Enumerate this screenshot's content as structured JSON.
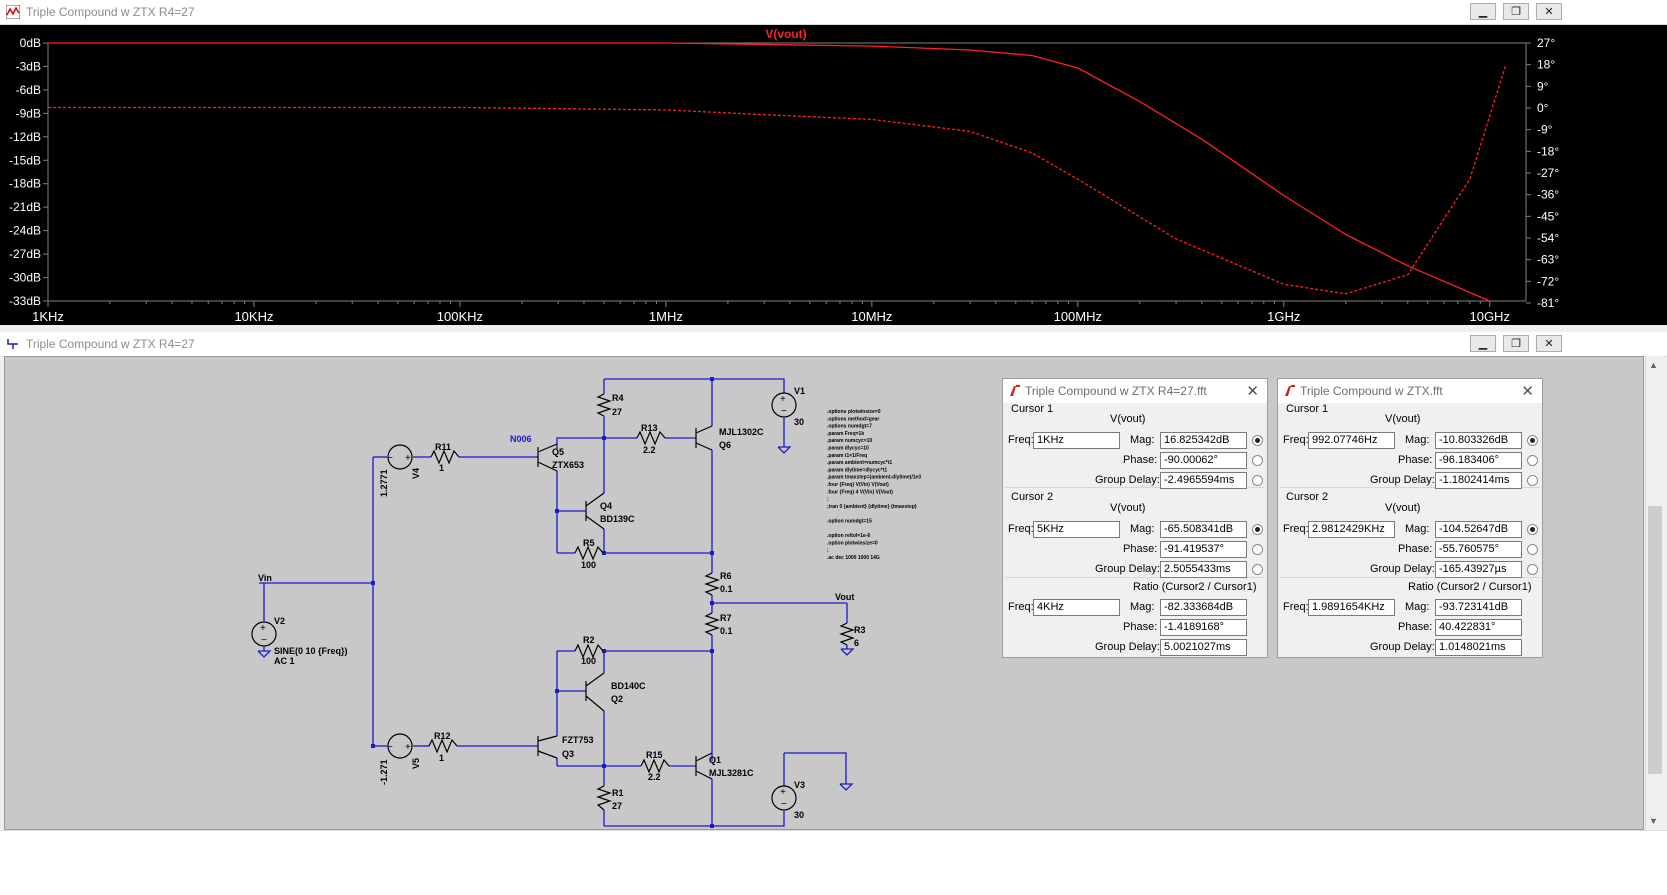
{
  "plot_window": {
    "title": "Triple Compound w ZTX R4=27",
    "trace_label": "V(vout)",
    "left_ticks": [
      "0dB",
      "-3dB",
      "-6dB",
      "-9dB",
      "-12dB",
      "-15dB",
      "-18dB",
      "-21dB",
      "-24dB",
      "-27dB",
      "-30dB",
      "-33dB"
    ],
    "right_ticks": [
      "27°",
      "18°",
      "9°",
      "0°",
      "-9°",
      "-18°",
      "-27°",
      "-36°",
      "-45°",
      "-54°",
      "-63°",
      "-72°",
      "-81°"
    ],
    "x_ticks": [
      "1KHz",
      "10KHz",
      "100KHz",
      "1MHz",
      "10MHz",
      "100MHz",
      "1GHz",
      "10GHz"
    ]
  },
  "chart_data": {
    "type": "line",
    "title": "V(vout)",
    "x_scale": "log",
    "xlim": [
      1000,
      15000000000
    ],
    "ylim_left": [
      -33,
      0
    ],
    "ylim_right": [
      -81,
      27
    ],
    "grid": false,
    "series": [
      {
        "name": "V(vout)",
        "style": "solid",
        "axis": "left",
        "x": [
          1000,
          100000,
          1000000,
          10000000,
          30000000,
          60000000,
          100000000,
          200000000,
          400000000,
          1000000000,
          2000000000,
          4000000000,
          10000000000
        ],
        "y": [
          0,
          0,
          0,
          -0.4,
          -0.9,
          -1.6,
          -3.2,
          -7.5,
          -12.3,
          -19.5,
          -24.5,
          -28.5,
          -33
        ]
      },
      {
        "name": "",
        "style": "dashed",
        "axis": "right",
        "x": [
          1000,
          100000,
          1000000,
          3000000,
          10000000,
          30000000,
          60000000,
          100000000,
          300000000,
          1000000000,
          2000000000,
          4000000000,
          8000000000,
          12000000000
        ],
        "y": [
          0,
          0,
          -1,
          -3,
          -5,
          -10,
          -19,
          -30,
          -55,
          -74,
          -78,
          -70,
          -30,
          18
        ]
      }
    ]
  },
  "schematic_window": {
    "title": "Triple Compound w ZTX R4=27"
  },
  "schematic": {
    "labels": {
      "r4": "R4",
      "r4v": "27",
      "r13": "R13",
      "r13v": "2.2",
      "q6": "MJL1302C",
      "q6n": "Q6",
      "v1": "V1",
      "v1v": "30",
      "n006": "N006",
      "q5": "Q5",
      "q5p": "ZTX653",
      "r11": "R11",
      "r11v": "1",
      "v4": "V4",
      "v4v": "1.2771",
      "q4": "Q4",
      "q4p": "BD139C",
      "r5": "R5",
      "r5v": "100",
      "vin": "Vin",
      "v2": "V2",
      "v2v1": "SINE(0 10 {Freq})",
      "v2v2": "AC 1",
      "r6": "R6",
      "r6v": "0.1",
      "r7": "R7",
      "r7v": "0.1",
      "vout": "Vout",
      "r3": "R3",
      "r3v": "6",
      "r2": "R2",
      "r2v": "100",
      "q2p": "BD140C",
      "q2": "Q2",
      "q3p": "FZT753",
      "q3": "Q3",
      "r12": "R12",
      "r12v": "1",
      "v5": "V5",
      "v5v": "-1.271",
      "r15": "R15",
      "r15v": "2.2",
      "q1": "Q1",
      "q1p": "MJL3281C",
      "r1": "R1",
      "r1v": "27",
      "v3": "V3",
      "v3v": "30"
    },
    "directives": [
      ".options plotwinsize=0",
      ".options method=gear",
      ".options numdgt=7",
      ".param Freq=1k",
      ".param numcyc=10",
      ".param dlycyc=10",
      ".param t1=1/Freq",
      ".param ambient=numcyc*t1",
      ".param dlytime=dlycyc*t1",
      ".param tmaxstep=(ambient-dlytime)/1e3",
      ".four {Freq} V(Vin) V(Vout)",
      ".four {Freq} 4 V(Vin) V(Vout)",
      ";",
      ";tran 0 {ambient} {dlytime} {tmaxstep}",
      "",
      ".option numdgt=15",
      "",
      ".option reltol=1e-6",
      ".option plotwinsize=0",
      ";",
      ".ac dec 1000 1000 14G"
    ]
  },
  "dialogs": [
    {
      "title": "Triple Compound w ZTX R4=27.fft",
      "cursor1_label": "Cursor 1",
      "cursor2_label": "Cursor 2",
      "trace": "V(vout)",
      "ratio_label": "Ratio (Cursor2 / Cursor1)",
      "freq_label": "Freq:",
      "mag_label": "Mag:",
      "phase_label": "Phase:",
      "gd_label": "Group Delay:",
      "c1": {
        "freq": "1KHz",
        "mag": "16.825342dB",
        "phase": "-90.00062°",
        "gd": "-2.4965594ms"
      },
      "c2": {
        "freq": "5KHz",
        "mag": "-65.508341dB",
        "phase": "-91.419537°",
        "gd": "2.5055433ms"
      },
      "ratio": {
        "freq": "4KHz",
        "mag": "-82.333684dB",
        "phase": "-1.4189168°",
        "gd": "5.0021027ms"
      }
    },
    {
      "title": "Triple Compound w ZTX.fft",
      "cursor1_label": "Cursor 1",
      "cursor2_label": "Cursor 2",
      "trace": "V(vout)",
      "ratio_label": "Ratio (Cursor2 / Cursor1)",
      "freq_label": "Freq:",
      "mag_label": "Mag:",
      "phase_label": "Phase:",
      "gd_label": "Group Delay:",
      "c1": {
        "freq": "992.07746Hz",
        "mag": "-10.803326dB",
        "phase": "-96.183406°",
        "gd": "-1.1802414ms"
      },
      "c2": {
        "freq": "2.9812429KHz",
        "mag": "-104.52647dB",
        "phase": "-55.760575°",
        "gd": "-165.43927µs"
      },
      "ratio": {
        "freq": "1.9891654KHz",
        "mag": "-93.723141dB",
        "phase": "40.422831°",
        "gd": "1.0148021ms"
      }
    }
  ],
  "colors": {
    "plot_bg": "#000000",
    "trace": "#ff2020",
    "axis_text": "#ffffff",
    "wire": "#1a1acc",
    "schematic_bg": "#c8c8c8"
  }
}
